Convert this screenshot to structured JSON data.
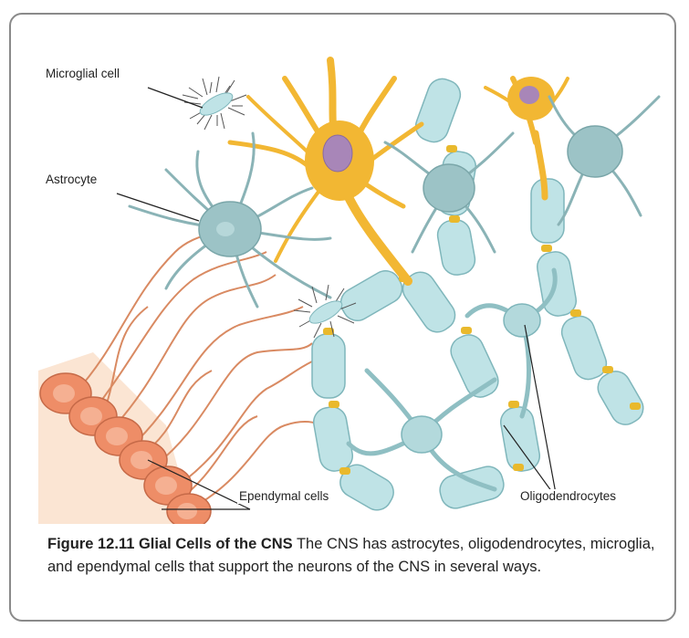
{
  "labels": {
    "microglial": "Microglial cell",
    "astrocyte": "Astrocyte",
    "ependymal": "Ependymal cells",
    "oligodendrocytes": "Oligodendrocytes"
  },
  "caption": {
    "title": "Figure 12.11 Glial Cells of the CNS",
    "text": " The CNS has astrocytes, oligodendrocytes, microglia, and ependymal cells that support the neurons of the CNS in several ways."
  },
  "colors": {
    "neuron": "#f2b733",
    "neuron_nucleus": "#a886b8",
    "glia": "#9cc3c6",
    "myelin": "#bfe3e6",
    "node": "#e9b92c",
    "ependymal": "#ee8d67",
    "ependymal_fiber": "#d98a62",
    "background_cells": "#fbe5d3"
  }
}
